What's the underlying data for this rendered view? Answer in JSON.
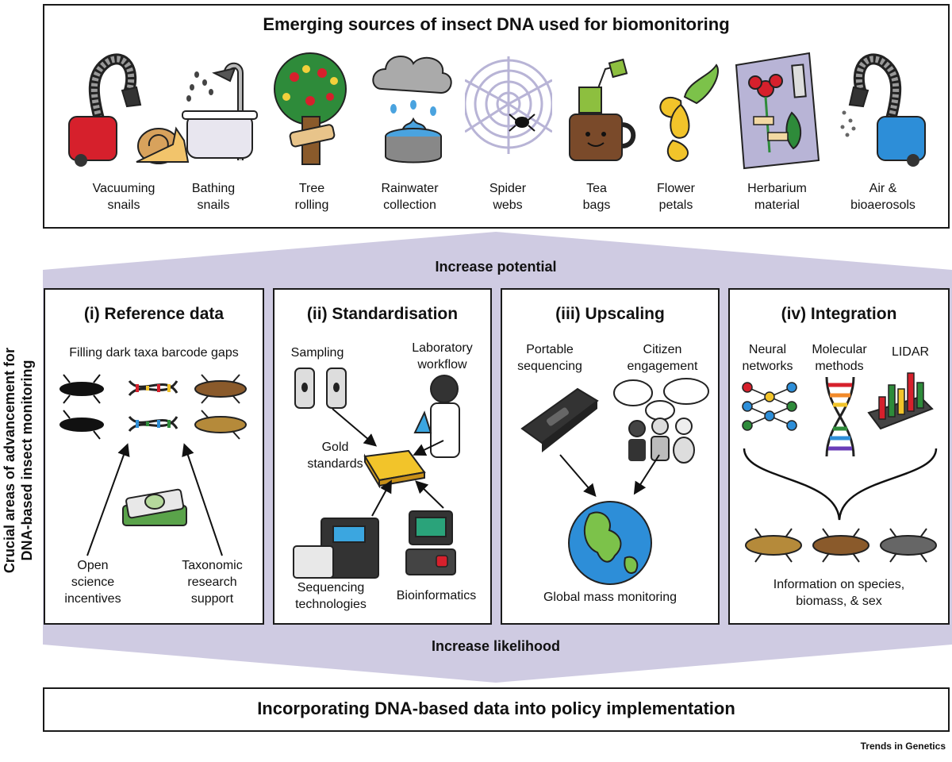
{
  "top": {
    "title": "Emerging sources of insect DNA used for biomonitoring",
    "sources": [
      {
        "line1": "Vacuuming",
        "line2": "snails"
      },
      {
        "line1": "Bathing",
        "line2": "snails"
      },
      {
        "line1": "Tree",
        "line2": "rolling"
      },
      {
        "line1": "Rainwater",
        "line2": "collection"
      },
      {
        "line1": "Spider",
        "line2": "webs"
      },
      {
        "line1": "Tea",
        "line2": "bags"
      },
      {
        "line1": "Flower",
        "line2": "petals"
      },
      {
        "line1": "Herbarium",
        "line2": "material"
      },
      {
        "line1": "Air &",
        "line2": "bioaerosols"
      }
    ]
  },
  "band": {
    "increase_potential": "Increase potential",
    "increase_likelihood": "Increase likelihood",
    "side_label_1": "Crucial  areas of advancement for",
    "side_label_2": "DNA-based insect monitoring"
  },
  "panels": {
    "reference": {
      "title": "(i) Reference data",
      "subtitle": "Filling dark taxa barcode gaps",
      "open_science": [
        "Open",
        "science",
        "incentives"
      ],
      "taxonomic": [
        "Taxonomic",
        "research",
        "support"
      ]
    },
    "standardisation": {
      "title": "(ii) Standardisation",
      "sampling": "Sampling",
      "lab": [
        "Laboratory",
        "workflow"
      ],
      "gold": [
        "Gold",
        "standards"
      ],
      "sequencing": [
        "Sequencing",
        "technologies"
      ],
      "bioinformatics": "Bioinformatics"
    },
    "upscaling": {
      "title": "(iii) Upscaling",
      "portable": [
        "Portable",
        "sequencing"
      ],
      "citizen": [
        "Citizen",
        "engagement"
      ],
      "global": "Global mass monitoring"
    },
    "integration": {
      "title": "(iv) Integration",
      "neural": [
        "Neural",
        "networks"
      ],
      "molecular": [
        "Molecular",
        "methods"
      ],
      "lidar": "LIDAR",
      "info": [
        "Information on species,",
        "biomass, & sex"
      ]
    }
  },
  "bottom": {
    "title": "Incorporating DNA-based data into policy implementation"
  },
  "credit": "Trends in Genetics"
}
